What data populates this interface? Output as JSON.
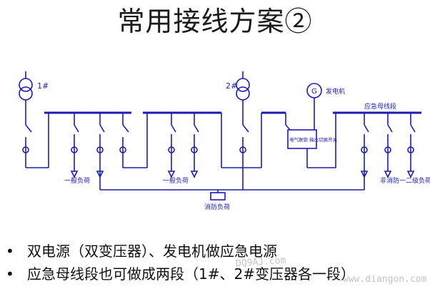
{
  "title": "常用接线方案②",
  "diagram": {
    "transformer1_label": "1#",
    "transformer2_label": "2#",
    "generator_symbol": "G",
    "generator_label": "发电机",
    "emergency_bus_label": "应急母线段",
    "load_label_1": "一般负荷",
    "load_label_2": "一般负荷",
    "load_label_3": "非消防一二级负荷",
    "fire_load_label": "消防负荷",
    "switch_box_label": "电气联锁 输出切换开关"
  },
  "bullets": [
    "双电源（双变压器）、发电机做应急电源",
    "应急母线段也可做成两段（1#、2#变压器各一段）"
  ],
  "watermarks": [
    "DQ9AJ.com",
    "www.diangon.com"
  ],
  "colors": {
    "line": "#1c1cb0",
    "text": "#111111"
  }
}
